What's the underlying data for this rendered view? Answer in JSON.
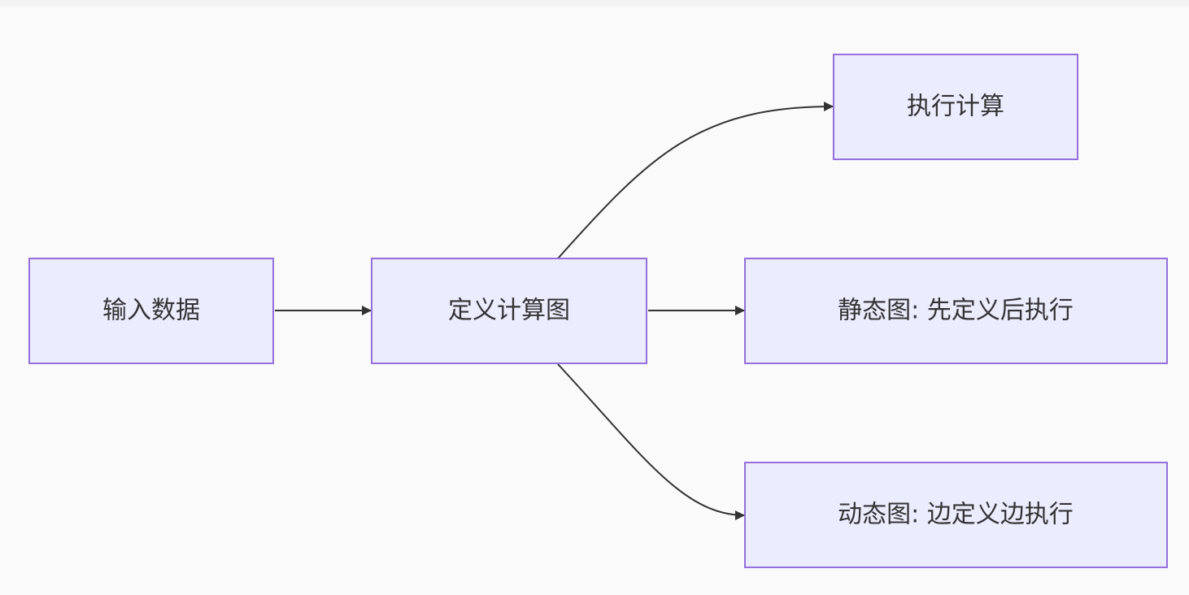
{
  "diagram": {
    "type": "flowchart",
    "direction": "LR",
    "colors": {
      "node_fill": "#ECECFF",
      "node_stroke": "#9370DB",
      "edge": "#333333",
      "background": "#fafafa"
    },
    "nodes": [
      {
        "id": "A",
        "label": "输入数据"
      },
      {
        "id": "B",
        "label": "定义计算图"
      },
      {
        "id": "C",
        "label": "执行计算"
      },
      {
        "id": "D",
        "label": "静态图: 先定义后执行"
      },
      {
        "id": "E",
        "label": "动态图: 边定义边执行"
      }
    ],
    "edges": [
      {
        "from": "A",
        "to": "B"
      },
      {
        "from": "B",
        "to": "C"
      },
      {
        "from": "B",
        "to": "D"
      },
      {
        "from": "B",
        "to": "E"
      }
    ]
  }
}
